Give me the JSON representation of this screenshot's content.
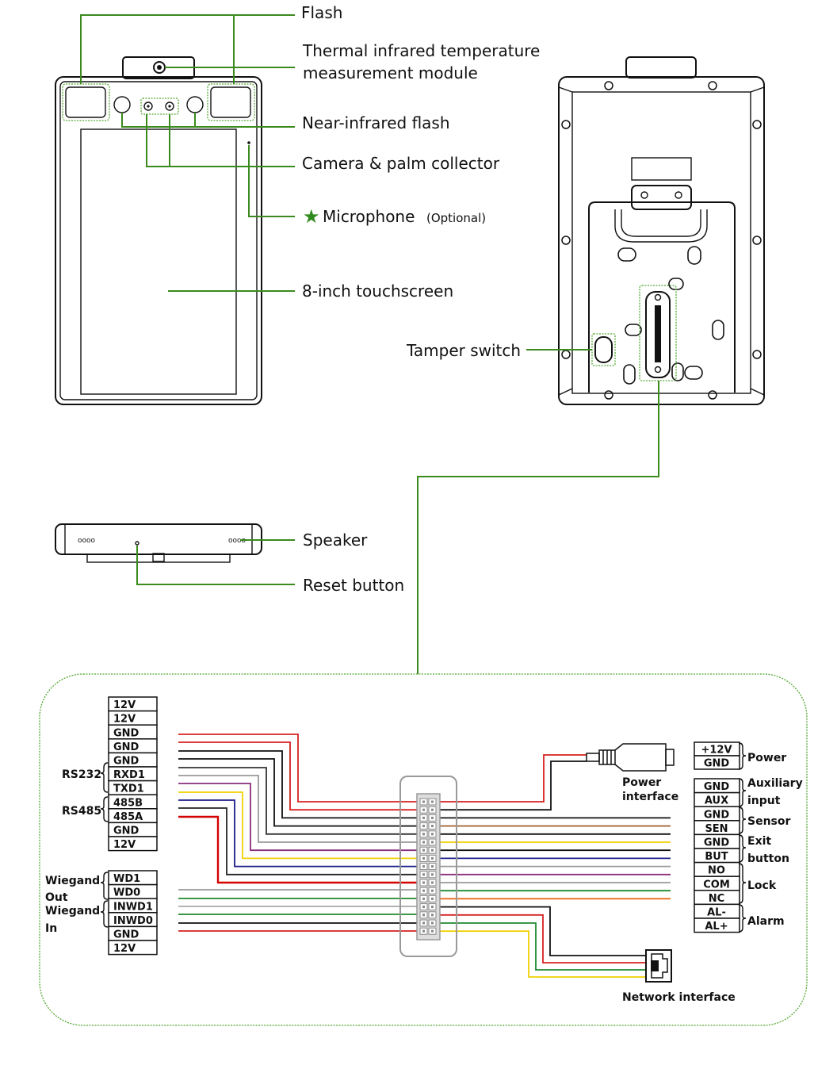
{
  "front_view": {
    "callouts": {
      "flash": "Flash",
      "thermal_line1": "Thermal infrared temperature",
      "thermal_line2": "measurement module",
      "near_infrared": "Near-infrared flash",
      "camera": "Camera & palm collector",
      "microphone_star": "★",
      "microphone": "Microphone",
      "microphone_note": "(Optional)",
      "touchscreen": "8-inch touchscreen"
    }
  },
  "back_view": {
    "callouts": {
      "tamper": "Tamper switch"
    }
  },
  "bottom_view": {
    "callouts": {
      "speaker": "Speaker",
      "reset": "Reset button"
    }
  },
  "wiring": {
    "left_block_1": [
      "12V",
      "12V",
      "GND",
      "GND",
      "GND",
      "RXD1",
      "TXD1",
      "485B",
      "485A",
      "GND",
      "12V"
    ],
    "left_block_2": [
      "WD1",
      "WD0",
      "INWD1",
      "INWD0",
      "GND",
      "12V"
    ],
    "left_groups": {
      "rs232": "RS232",
      "rs485": "RS485",
      "wiegand_out_1": "Wiegand",
      "wiegand_out_2": "Out",
      "wiegand_in_1": "Wiegand",
      "wiegand_in_2": "In"
    },
    "right_block_1": [
      "+12V",
      "GND"
    ],
    "right_block_2": [
      "GND",
      "AUX",
      "GND",
      "SEN",
      "GND",
      "BUT",
      "NO",
      "COM",
      "NC",
      "AL-",
      "AL+"
    ],
    "right_groups": {
      "power": "Power",
      "aux_1": "Auxiliary",
      "aux_2": "input",
      "sensor": "Sensor",
      "exit_1": "Exit",
      "exit_2": "button",
      "lock": "Lock",
      "alarm": "Alarm"
    },
    "power_interface_1": "Power",
    "power_interface_2": "interface",
    "network_interface": "Network interface",
    "left_wire_colors": [
      "#d62020",
      "#d62020",
      "#111111",
      "#111111",
      "#333333",
      "#9a9a9a",
      "#8a2f7a",
      "#f0d000",
      "#1c1c8a",
      "#222222",
      "#d40000",
      "#9a9a9a",
      "#1e8a2e",
      "#a8a8a8",
      "#1e8a2e",
      "#111111",
      "#d62020"
    ],
    "right_wire_colors": [
      "#d62020",
      "#111111",
      "#111111",
      "#a06030",
      "#111111",
      "#f0d000",
      "#111111",
      "#1c1c8a",
      "#9a9a9a",
      "#8a2f7a",
      "#9a9a9a",
      "#1e8a2e",
      "#e86010",
      "#111111",
      "#d62020",
      "#1e8a2e",
      "#f0d000"
    ],
    "accent_green": "#3b8a1e"
  }
}
